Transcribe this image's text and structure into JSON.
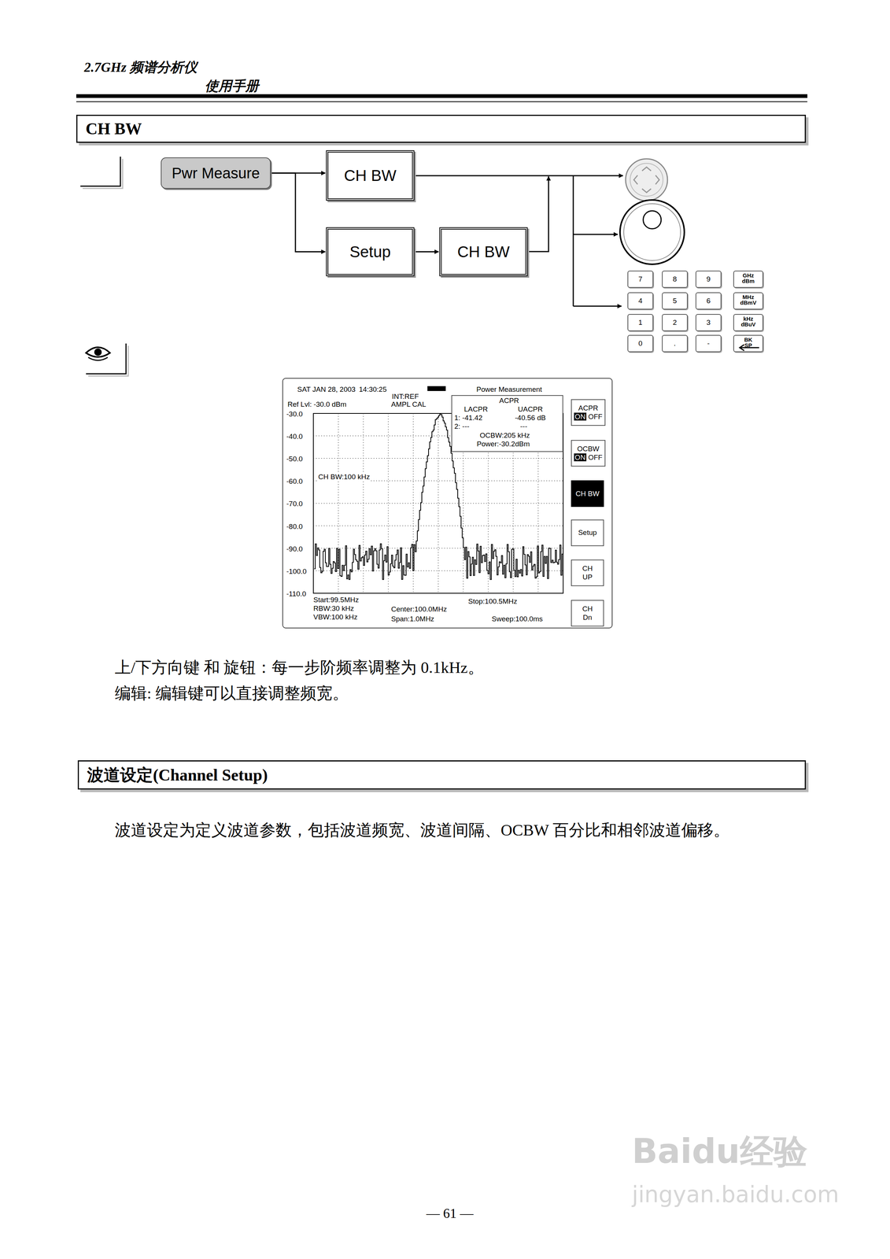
{
  "diagram": {
    "nodes": [
      {
        "text": [
          "CH BW"
        ]
      },
      {
        "text": [
          "Pwr Measure"
        ]
      },
      {
        "text": [
          "CH BW"
        ]
      },
      {
        "text": [
          "Setup"
        ]
      },
      {
        "text": [
          "CH BW"
        ]
      },
      {
        "text": [
          "7"
        ]
      },
      {
        "text": [
          "8"
        ]
      },
      {
        "text": [
          "9"
        ]
      },
      {
        "text": [
          "GHz dBm"
        ]
      },
      {
        "text": [
          "4"
        ]
      },
      {
        "text": [
          "5"
        ]
      },
      {
        "text": [
          "6"
        ]
      },
      {
        "text": [
          "MHz dBmV"
        ]
      },
      {
        "text": [
          "1"
        ]
      },
      {
        "text": [
          "2"
        ]
      },
      {
        "text": [
          "3"
        ]
      },
      {
        "text": [
          "kHz dBuV"
        ]
      },
      {
        "text": [
          "0"
        ]
      },
      {
        "text": [
          "."
        ]
      },
      {
        "text": [
          "-"
        ]
      },
      {
        "text": [
          "BK SP"
        ]
      },
      {
        "text": [
          "ACPR",
          "LACPR",
          "UACPR",
          "1: -41.42",
          "-40.56 dB",
          "2: ---",
          "---",
          "OCBW:205 kHz",
          "Power:-30.2dBm"
        ]
      },
      {
        "text": [
          "ACPR",
          "ON",
          "OFF"
        ]
      },
      {
        "text": [
          "OCBW",
          "ON",
          "OFF"
        ]
      },
      {
        "text": [
          "CH BW"
        ]
      },
      {
        "text": [
          "Setup"
        ]
      },
      {
        "text": [
          "CH UP"
        ]
      },
      {
        "text": [
          "CH Dn"
        ]
      },
      {
        "text": [
          "波道设定(Channel Setup)"
        ]
      }
    ],
    "edges": [
      {
        "from": 1,
        "to": 2,
        "arrow": "to"
      },
      {
        "from": 1,
        "to": 3,
        "arrow": "to"
      },
      {
        "from": 3,
        "to": 4,
        "arrow": "to"
      }
    ],
    "labels": [
      "2.7GHz 频谱分析仪",
      "使用手册",
      "SAT JAN 28, 2003",
      "14:30:25",
      "INT:REF",
      "Power Measurement",
      "Ref Lvl: -30.0 dBm",
      "AMPL CAL",
      "-30.0",
      "-40.0",
      "-50.0",
      "-60.0",
      "-70.0",
      "-80.0",
      "-90.0",
      "-100.0",
      "-110.0",
      "CH BW:100 kHz",
      "Start:99.5MHz",
      "RBW:30 kHz",
      "VBW:100 kHz",
      "Center:100.0MHz",
      "Span:1.0MHz",
      "Stop:100.5MHz",
      "Sweep:100.0ms",
      "上/下方向键 和 旋钮：每一步阶频率调整为 0.1kHz。",
      "编辑: 编辑键可以直接调整频宽。",
      "波道设定为定义波道参数，包括波道频宽、波道间隔、OCBW 百分比和相邻波道偏移。",
      "— 61 —",
      "Baidu经验",
      "jingyan.baidu.com"
    ]
  }
}
